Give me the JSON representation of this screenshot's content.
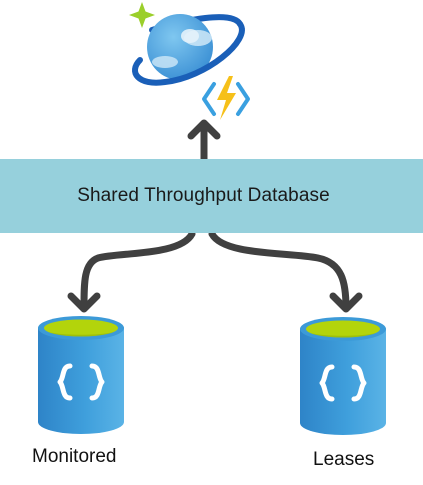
{
  "diagram": {
    "banner_label": "Shared Throughput Database",
    "containers": [
      {
        "label": "Monitored",
        "icon": "json-braces-icon"
      },
      {
        "label": "Leases",
        "icon": "json-braces-icon"
      }
    ],
    "top_icons": [
      "cosmos-db-icon",
      "sparkle-icon",
      "azure-functions-icon"
    ],
    "colors": {
      "banner": "#96d0dc",
      "arrow": "#404040",
      "cylinder_body": "#3c9ad8",
      "cylinder_top": "#b3d40b",
      "planet": "#5ab0e6",
      "orbit": "#1a5fb8",
      "sparkle": "#9bcf2a",
      "function_bolt": "#f6c019",
      "function_brackets": "#3aa0e0"
    }
  }
}
